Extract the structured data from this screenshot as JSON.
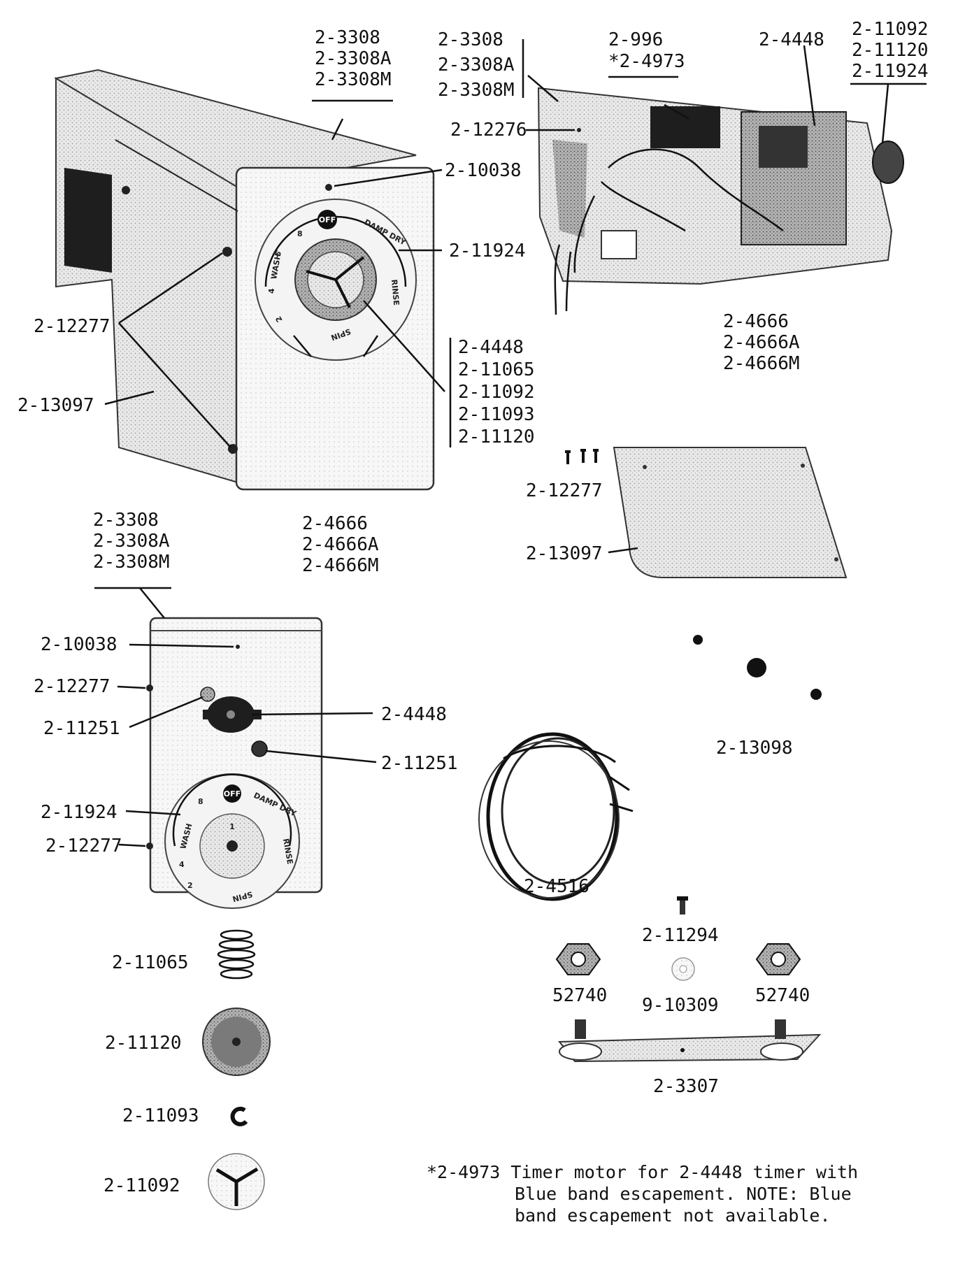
{
  "labels": {
    "top_cover": [
      "2-3308",
      "2-3308A",
      "2-3308M"
    ],
    "rear_cover": [
      "2-3308",
      "2-3308A",
      "2-3308M"
    ],
    "timer_motor": [
      "2-996",
      "*2-4973"
    ],
    "timer": "2-4448",
    "knob_group_right": [
      "2-11092",
      "2-11120",
      "2-11924"
    ],
    "screw_2_12276": "2-12276",
    "screw_2_10038_a": "2-10038",
    "dial_2_11924_a": "2-11924",
    "screw_2_12277_a": "2-12277",
    "panel_2_13097_a": "2-13097",
    "knob_group_left": [
      "2-4448",
      "2-11065",
      "2-11092",
      "2-11093",
      "2-11120"
    ],
    "housing_a": [
      "2-4666",
      "2-4666A",
      "2-4666M"
    ],
    "housing_b": [
      "2-4666",
      "2-4666A",
      "2-4666M"
    ],
    "screws_2_12277_b": "2-12277",
    "panel_2_13097_b": "2-13097",
    "cover_lower": [
      "2-3308",
      "2-3308A",
      "2-3308M"
    ],
    "screw_2_10038_b": "2-10038",
    "screw_2_12277_c": "2-12277",
    "lamp_2_11251_a": "2-11251",
    "timer_2_4448": "2-4448",
    "lamp_2_11251_b": "2-11251",
    "dial_2_11924_b": "2-11924",
    "screw_2_12277_d": "2-12277",
    "plugs_2_13098": "2-13098",
    "harness_2_4516": "2-4516",
    "screw_2_11294": "2-11294",
    "nut_52740_a": "52740",
    "washer_9_10309": "9-10309",
    "nut_52740_b": "52740",
    "bracket_2_3307": "2-3307",
    "spring_2_11065": "2-11065",
    "knob_2_11120": "2-11120",
    "clip_2_11093": "2-11093",
    "pointer_2_11092": "2-11092"
  },
  "dial_text": {
    "off": "OFF",
    "damp_dry": "DAMP DRY",
    "rinse": "RINSE",
    "wash": "WASH",
    "spin": "SPIN",
    "n8": "8",
    "n6": "6",
    "n4": "4",
    "n2": "2",
    "n1": "1"
  },
  "footnote": [
    "*2-4973 Timer motor for 2-4448 timer with",
    "Blue band escapement. NOTE: Blue",
    "band escapement not available."
  ]
}
